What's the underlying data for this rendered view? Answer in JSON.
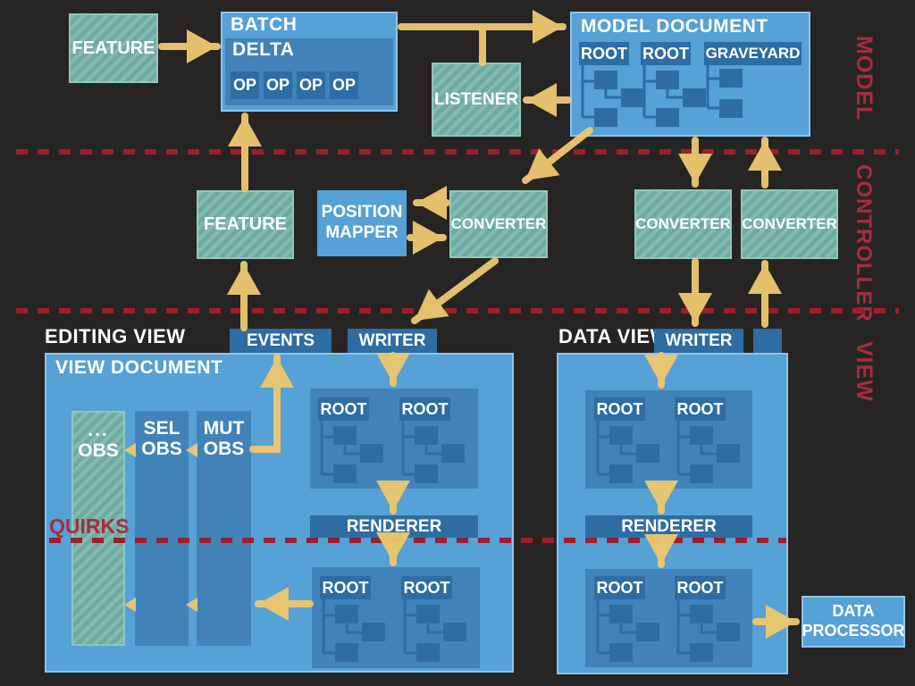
{
  "palette": {
    "background": "#272424",
    "box_blue": "#56a1d6",
    "box_mid_blue": "#4183b9",
    "box_dark_blue": "#2e6ca4",
    "box_teal": "#6daba1",
    "arrow_yellow": "#ecc76f",
    "dash_red": "#9c1f2d",
    "label_red": "#a62d3e",
    "text_white": "#ffffff"
  },
  "sections": {
    "model": "MODEL",
    "controller": "CONTROLLER",
    "view": "VIEW"
  },
  "model": {
    "feature": "FEATURE",
    "batch": "BATCH",
    "delta": "DELTA",
    "ops": [
      "OP",
      "OP",
      "OP",
      "OP"
    ],
    "listener": "LISTENER",
    "document_title": "MODEL DOCUMENT",
    "roots": [
      "ROOT",
      "ROOT",
      "GRAVEYARD"
    ]
  },
  "controller": {
    "feature": "FEATURE",
    "position_mapper": [
      "POSITION",
      "MAPPER"
    ],
    "converters": [
      "CONVERTER",
      "CONVERTER",
      "CONVERTER"
    ]
  },
  "editing": {
    "label": "EDITING VIEW",
    "document_title": "VIEW DOCUMENT",
    "events": "EVENTS",
    "writer": "WRITER",
    "observers": [
      {
        "l1": "...",
        "l2": "OBS"
      },
      {
        "l1": "SEL",
        "l2": "OBS"
      },
      {
        "l1": "MUT",
        "l2": "OBS"
      }
    ],
    "top_roots": [
      "ROOT",
      "ROOT"
    ],
    "renderer": "RENDERER",
    "quirks": "QUIRKS",
    "bottom_roots": [
      "ROOT",
      "ROOT"
    ]
  },
  "data_view": {
    "label": "DATA VIEW",
    "writer": "WRITER",
    "top_roots": [
      "ROOT",
      "ROOT"
    ],
    "renderer": "RENDERER",
    "bottom_roots": [
      "ROOT",
      "ROOT"
    ],
    "processor": [
      "DATA",
      "PROCESSOR"
    ]
  }
}
